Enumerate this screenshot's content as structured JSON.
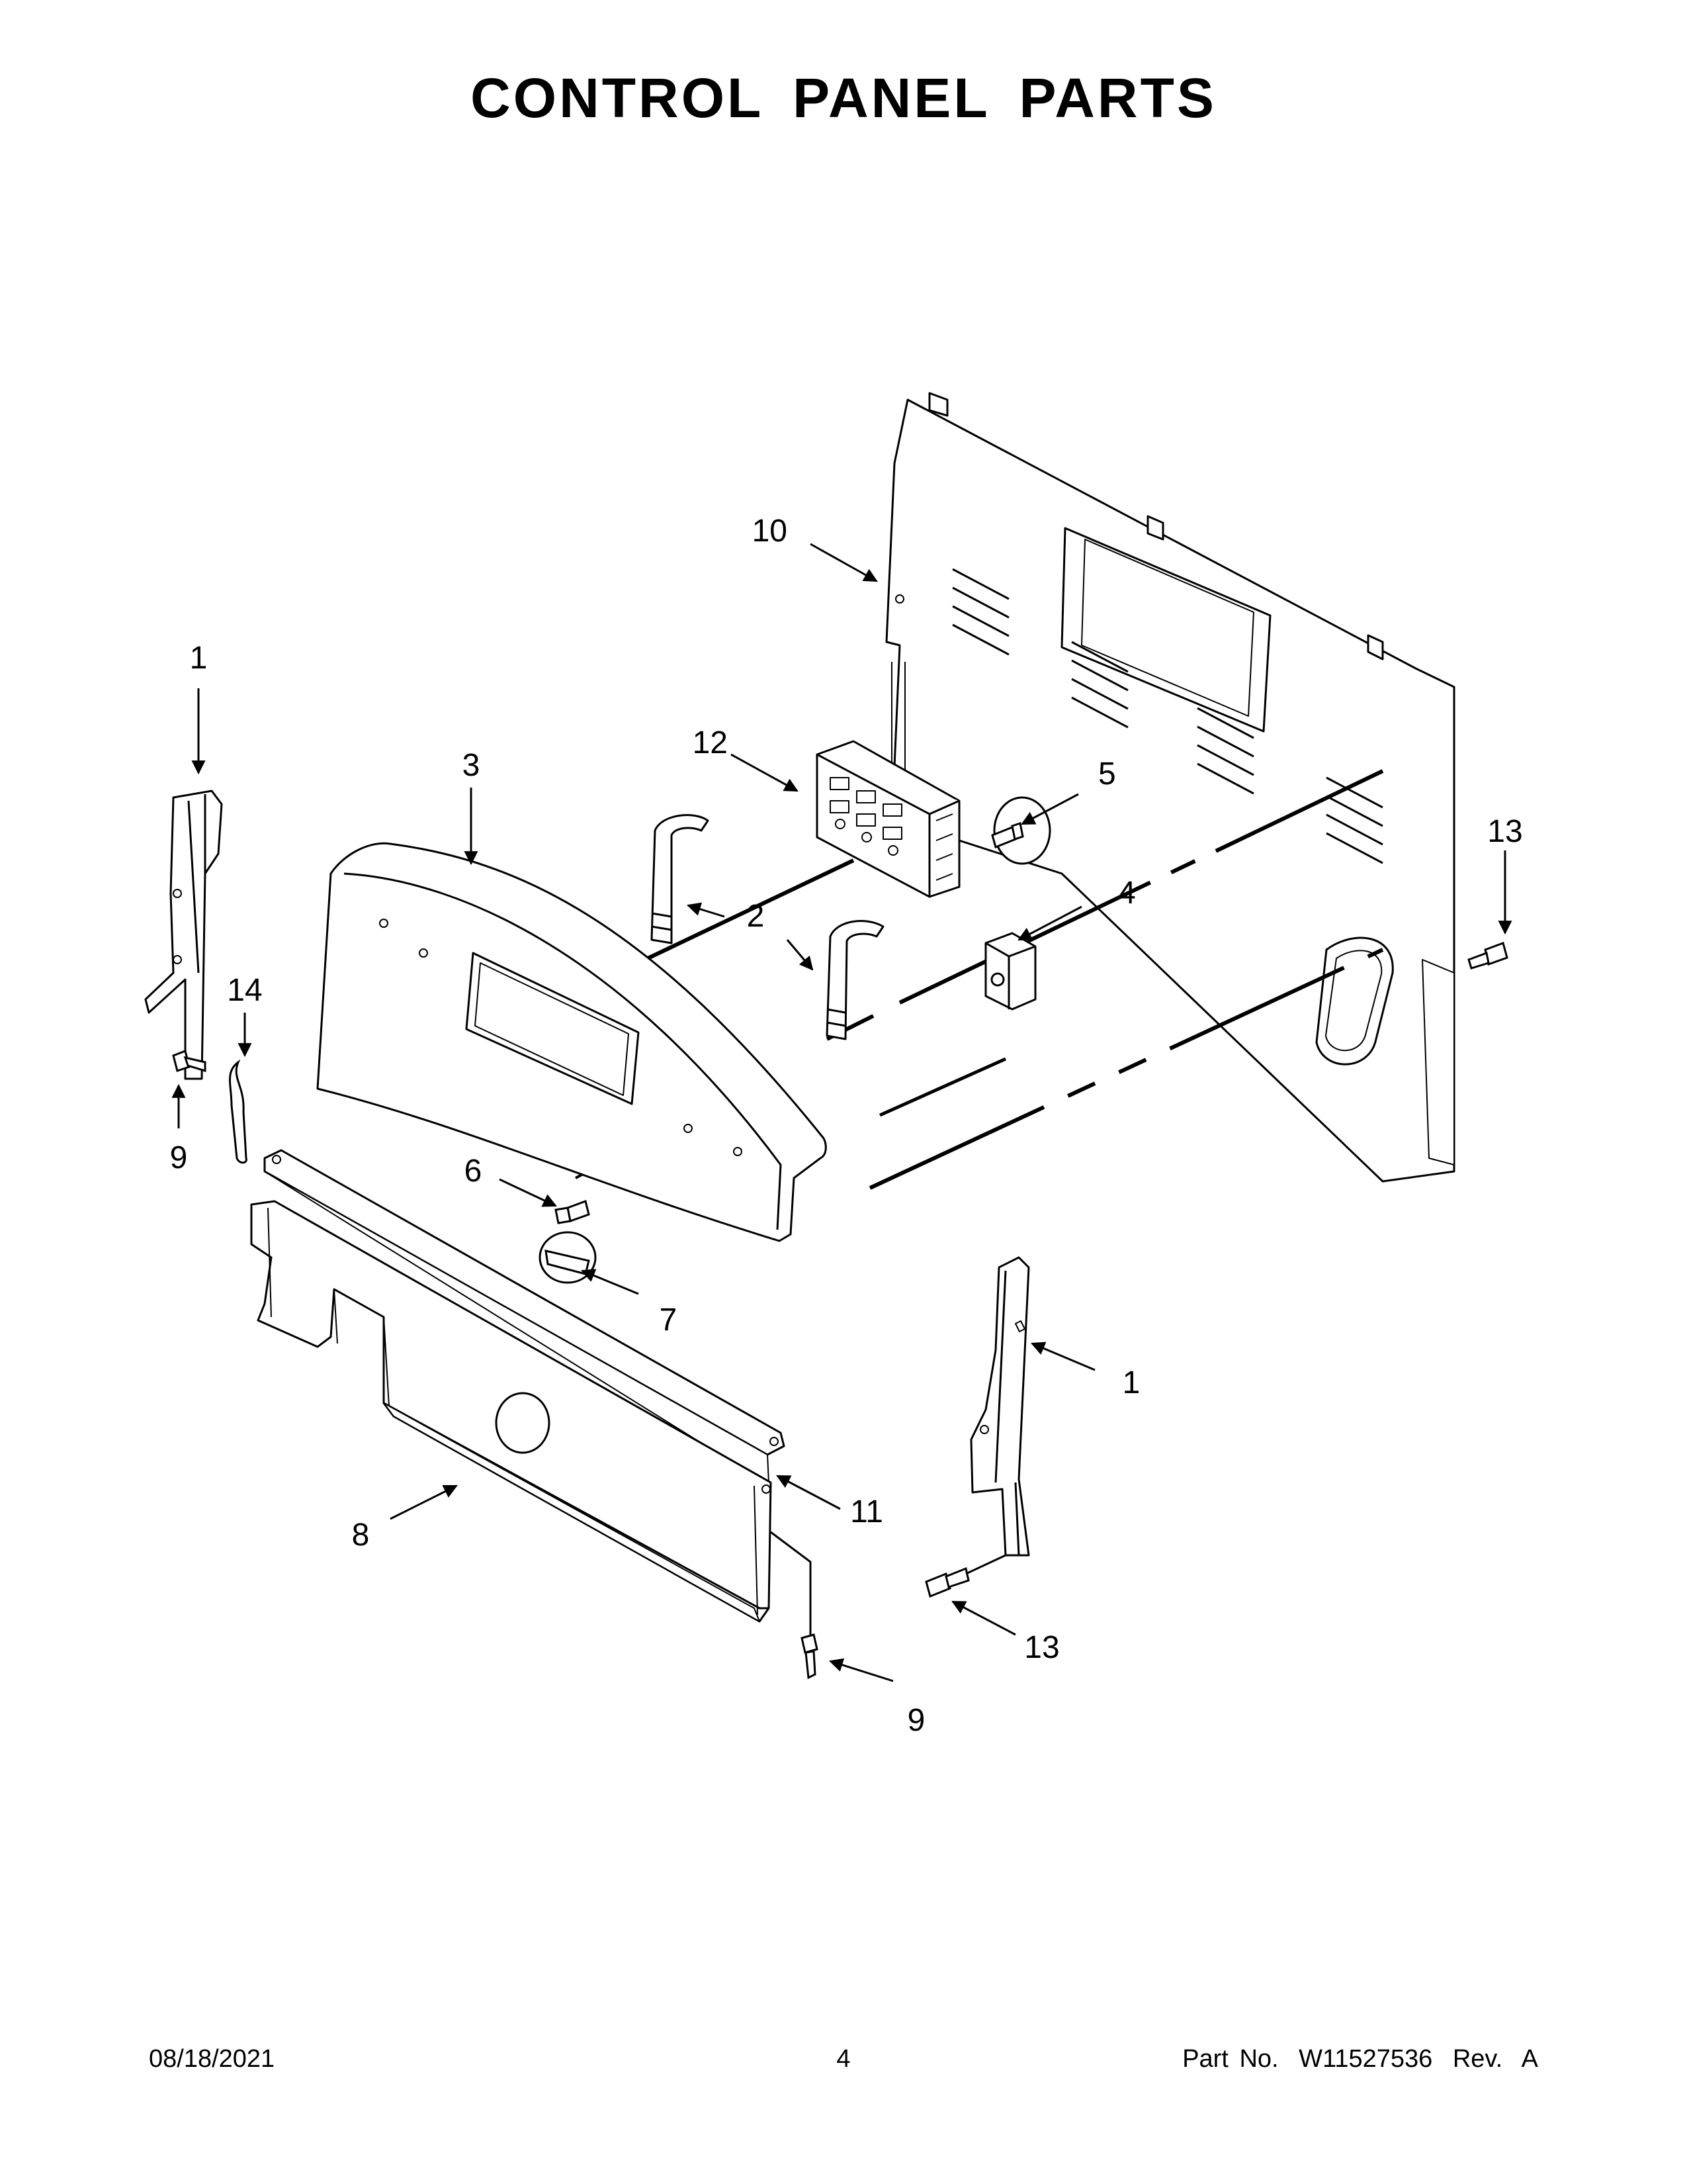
{
  "page": {
    "title": "CONTROL PANEL PARTS"
  },
  "callouts": {
    "c1_left": "1",
    "c1_right": "1",
    "c2": "2",
    "c3": "3",
    "c4": "4",
    "c5": "5",
    "c6": "6",
    "c7": "7",
    "c8": "8",
    "c9_left": "9",
    "c9_bottom": "9",
    "c10": "10",
    "c11": "11",
    "c12": "12",
    "c13_right": "13",
    "c13_bottom": "13",
    "c14": "14"
  },
  "footer": {
    "date": "08/18/2021",
    "page_number": "4",
    "part_label": "Part No.",
    "part_number": "W11527536",
    "rev_label": "Rev.",
    "rev": "A"
  }
}
